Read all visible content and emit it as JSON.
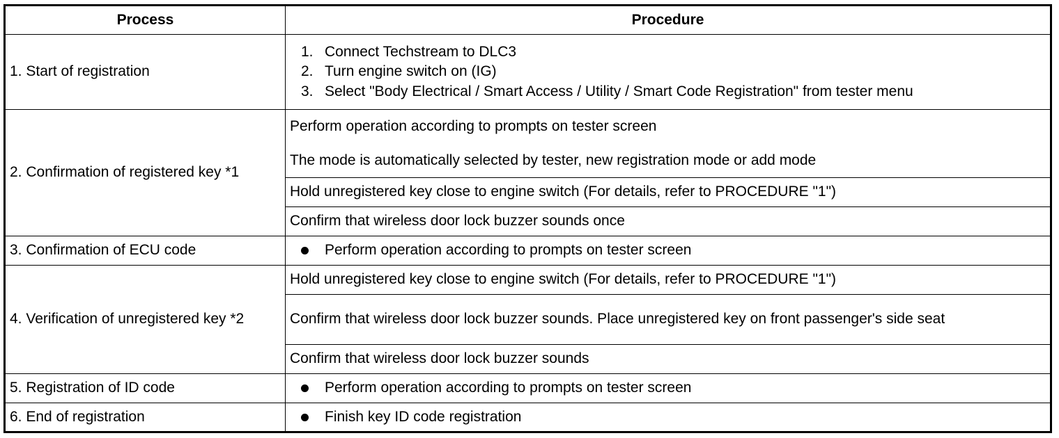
{
  "headers": {
    "process": "Process",
    "procedure": "Procedure"
  },
  "rows": {
    "r1": {
      "process": "1. Start of registration",
      "steps": [
        {
          "num": "1.",
          "text": "Connect Techstream to DLC3"
        },
        {
          "num": "2.",
          "text": "Turn engine switch on (IG)"
        },
        {
          "num": "3.",
          "text": "Select \"Body Electrical / Smart Access / Utility / Smart Code Registration\" from tester menu"
        }
      ]
    },
    "r2": {
      "process": "2. Confirmation of registered key *1",
      "a1": "Perform operation according to prompts on tester screen",
      "a2": "The mode is automatically selected by tester, new registration mode or add mode",
      "b": "Hold unregistered key close to engine switch (For details, refer to PROCEDURE \"1\")",
      "c": "Confirm that wireless door lock buzzer sounds once"
    },
    "r3": {
      "process": "3. Confirmation of ECU code",
      "bullet": "Perform operation according to prompts on tester screen"
    },
    "r4": {
      "process": "4. Verification of unregistered key *2",
      "a": "Hold unregistered key close to engine switch (For details, refer to PROCEDURE \"1\")",
      "b": "Confirm that wireless door lock buzzer sounds. Place unregistered key on front passenger's side seat",
      "c": "Confirm that wireless door lock buzzer sounds"
    },
    "r5": {
      "process": "5. Registration of ID code",
      "bullet": "Perform operation according to prompts on tester screen"
    },
    "r6": {
      "process": "6. End of registration",
      "bullet": "Finish key ID code registration"
    }
  }
}
